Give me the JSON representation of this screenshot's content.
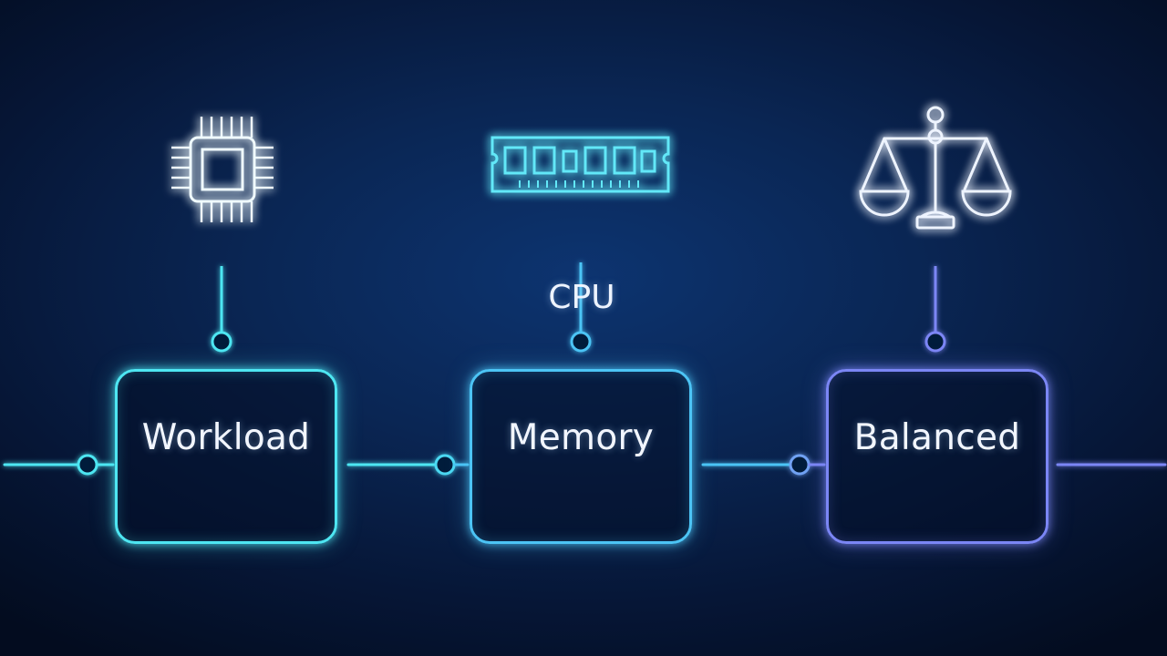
{
  "nodes": [
    {
      "label": "Workload",
      "icon": "cpu-chip-icon",
      "color": "#4ee6f2"
    },
    {
      "label": "Memory",
      "icon": "memory-module-icon",
      "color": "#4cc4f5"
    },
    {
      "label": "Balanced",
      "icon": "balance-scale-icon",
      "color": "#7b86f5"
    }
  ],
  "floating_label": "CPU",
  "background": {
    "center": "#0d3470",
    "edge": "#030c1f"
  }
}
